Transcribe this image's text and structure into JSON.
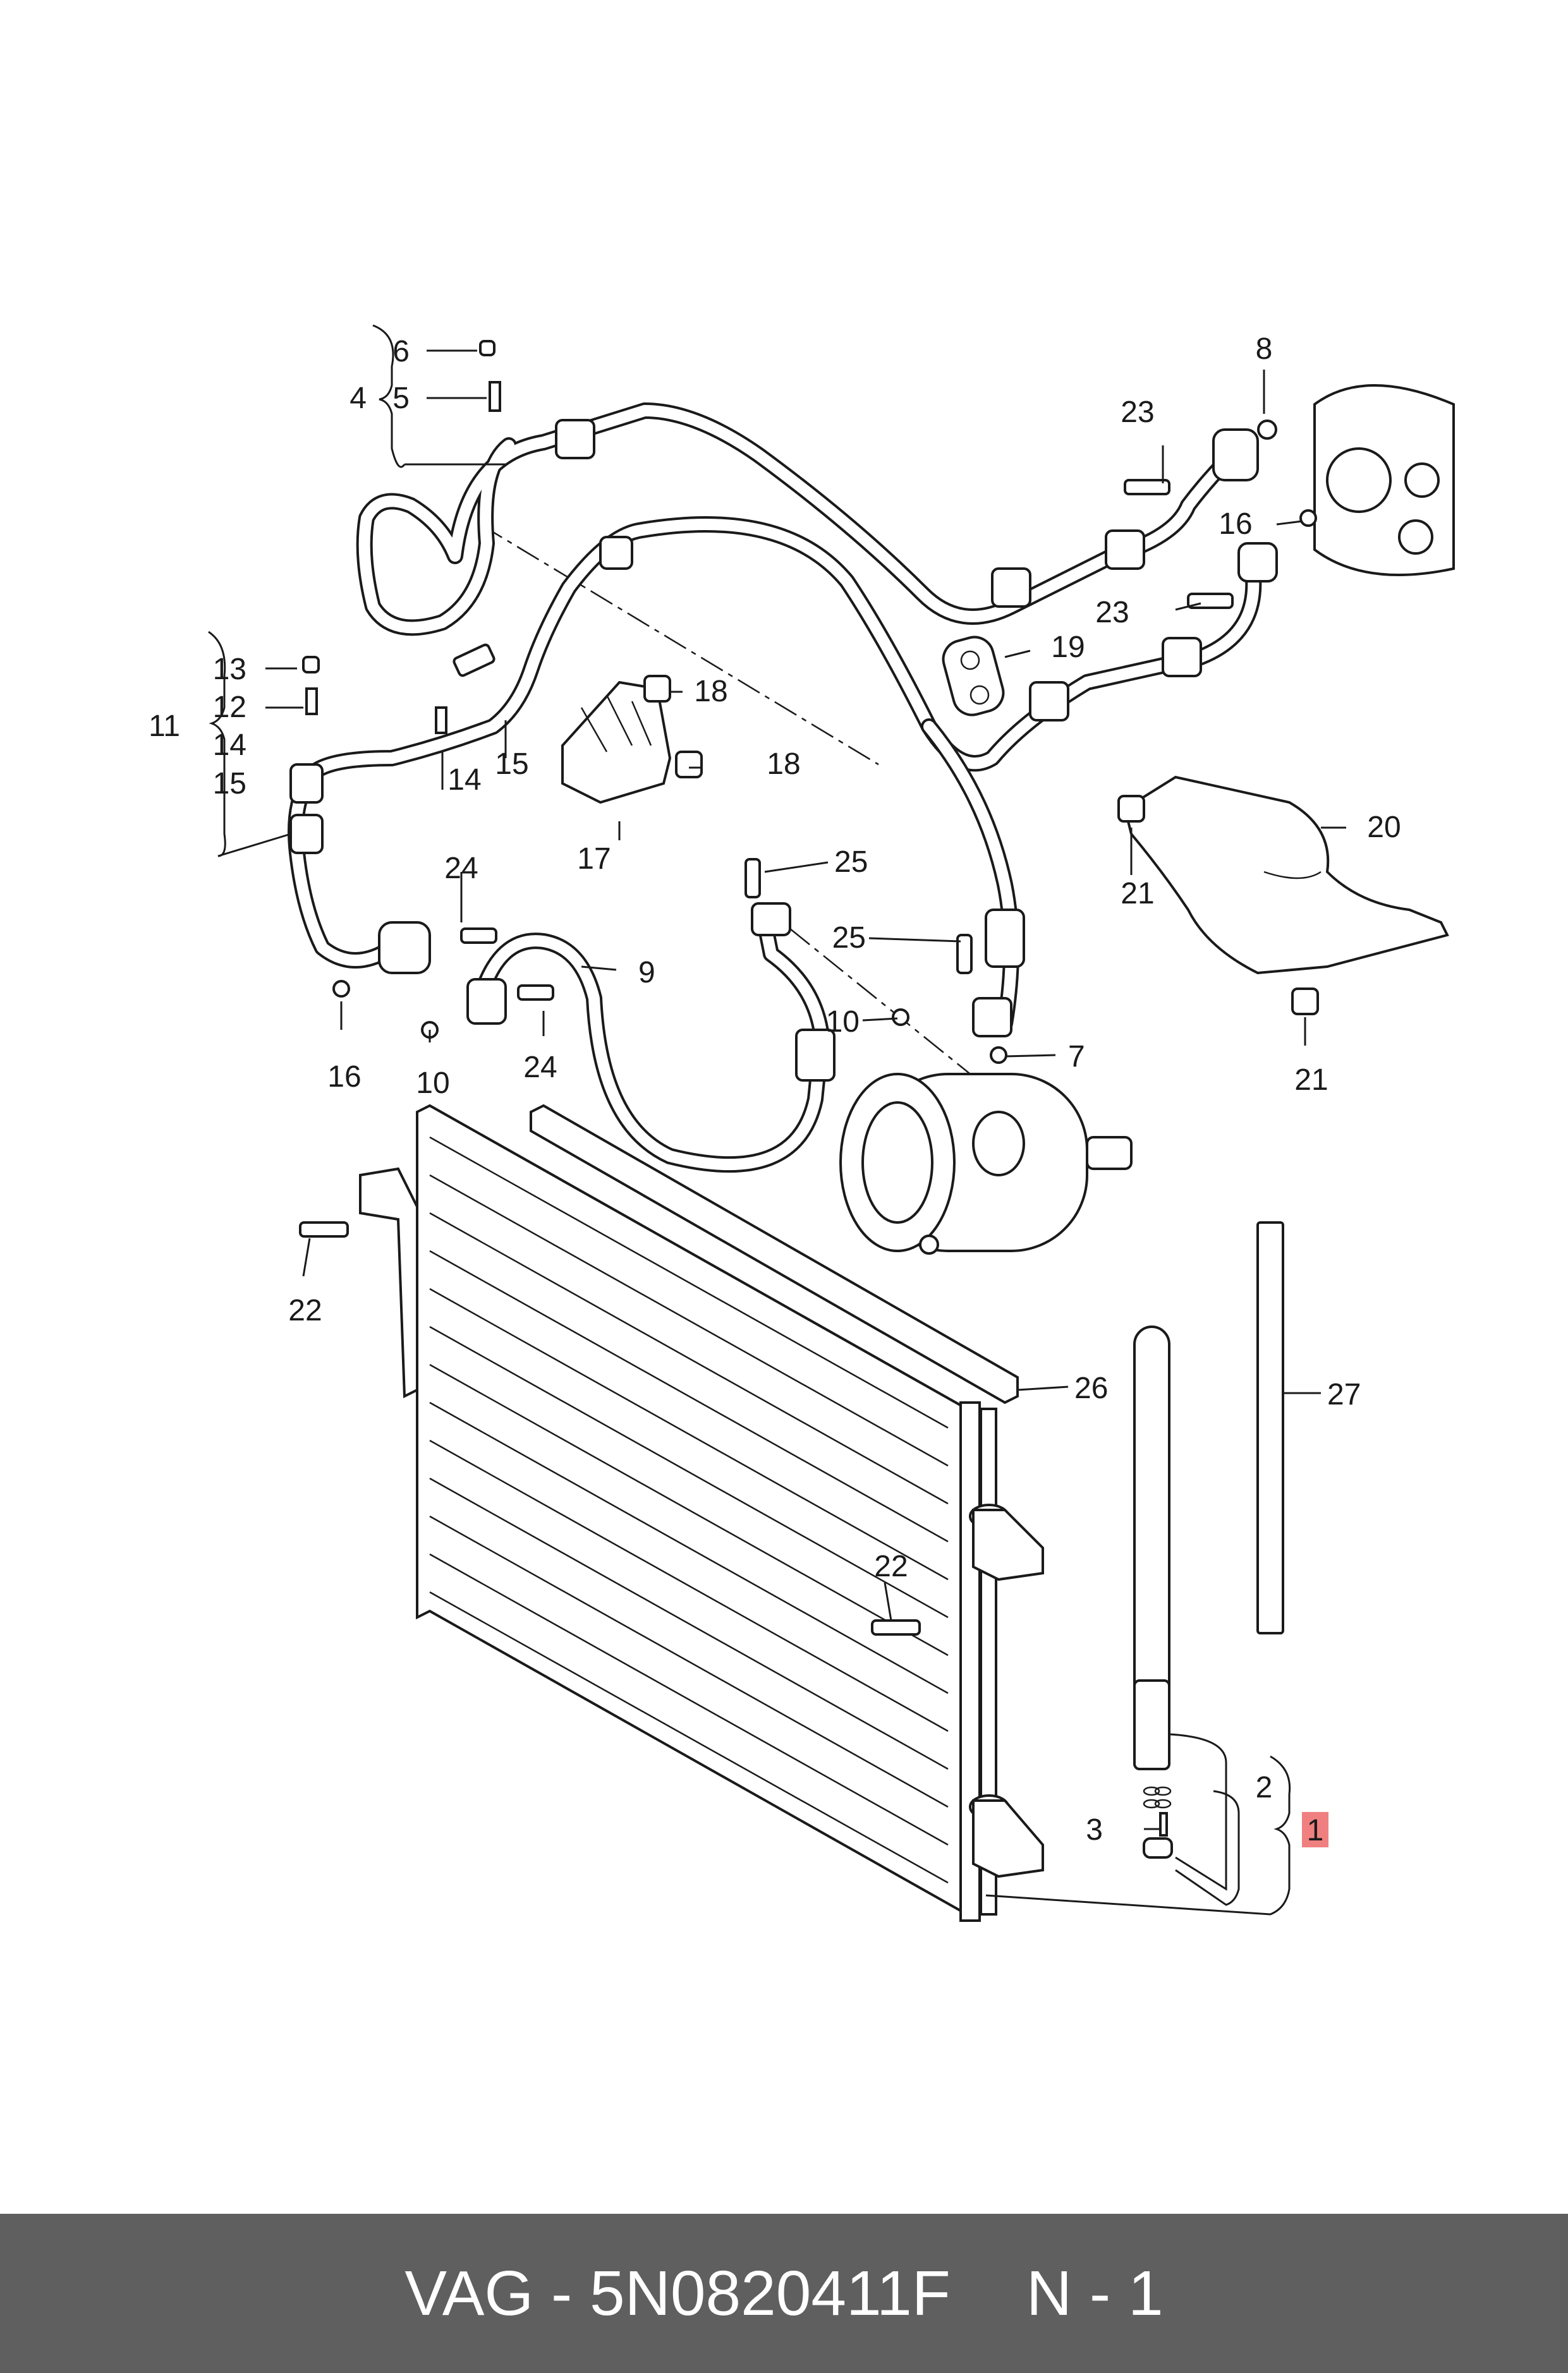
{
  "diagram": {
    "callouts": [
      {
        "id": "c1",
        "text": "1",
        "highlight": true
      },
      {
        "id": "c2",
        "text": "2"
      },
      {
        "id": "c3",
        "text": "3"
      },
      {
        "id": "c4",
        "text": "4"
      },
      {
        "id": "c5",
        "text": "5"
      },
      {
        "id": "c6",
        "text": "6"
      },
      {
        "id": "c7",
        "text": "7"
      },
      {
        "id": "c8",
        "text": "8"
      },
      {
        "id": "c9",
        "text": "9"
      },
      {
        "id": "c10a",
        "text": "10"
      },
      {
        "id": "c10b",
        "text": "10"
      },
      {
        "id": "c11",
        "text": "11"
      },
      {
        "id": "c12",
        "text": "12"
      },
      {
        "id": "c13",
        "text": "13"
      },
      {
        "id": "c14a",
        "text": "14"
      },
      {
        "id": "c14b",
        "text": "14"
      },
      {
        "id": "c15a",
        "text": "15"
      },
      {
        "id": "c15b",
        "text": "15"
      },
      {
        "id": "c16a",
        "text": "16"
      },
      {
        "id": "c16b",
        "text": "16"
      },
      {
        "id": "c17",
        "text": "17"
      },
      {
        "id": "c18a",
        "text": "18"
      },
      {
        "id": "c18b",
        "text": "18"
      },
      {
        "id": "c19",
        "text": "19"
      },
      {
        "id": "c20",
        "text": "20"
      },
      {
        "id": "c21a",
        "text": "21"
      },
      {
        "id": "c21b",
        "text": "21"
      },
      {
        "id": "c22a",
        "text": "22"
      },
      {
        "id": "c22b",
        "text": "22"
      },
      {
        "id": "c23a",
        "text": "23"
      },
      {
        "id": "c23b",
        "text": "23"
      },
      {
        "id": "c24a",
        "text": "24"
      },
      {
        "id": "c24b",
        "text": "24"
      },
      {
        "id": "c25a",
        "text": "25"
      },
      {
        "id": "c25b",
        "text": "25"
      },
      {
        "id": "c26",
        "text": "26"
      },
      {
        "id": "c27",
        "text": "27"
      }
    ],
    "highlight_color": "#f08080"
  },
  "footer": {
    "part_code": "VAG - 5N0820411F",
    "position": "N - 1",
    "background": "#5f5f5f"
  }
}
